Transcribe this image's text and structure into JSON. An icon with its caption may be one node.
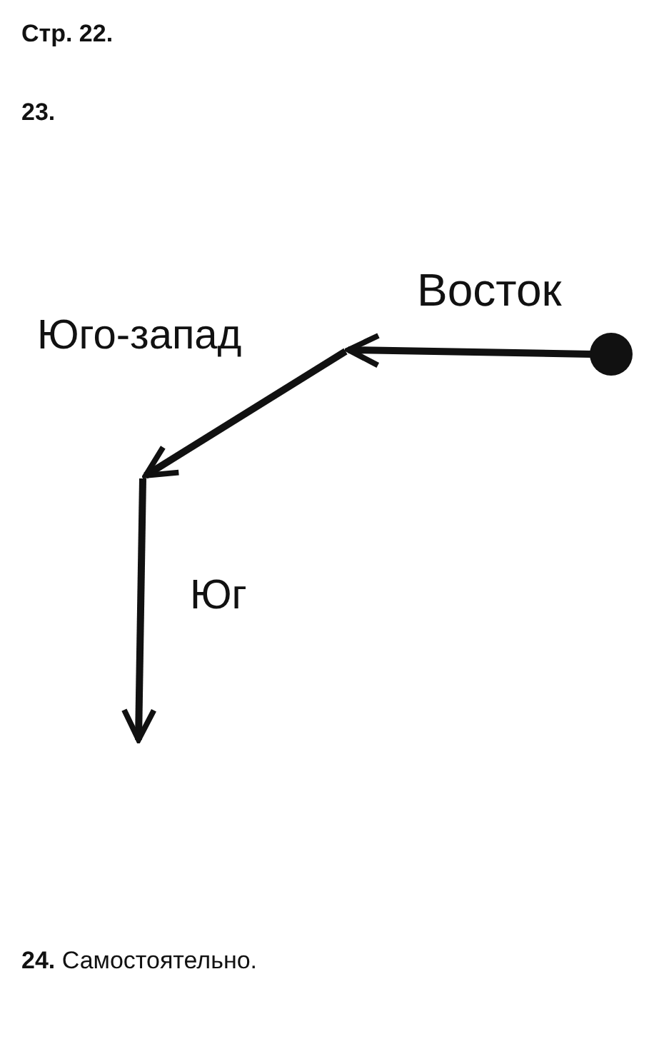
{
  "diagram": {
    "labels": [
      "Стр. 22.",
      "23.",
      "Восток",
      "Юго-запад",
      "Юг",
      "**24.** Самостоятельно."
    ]
  }
}
